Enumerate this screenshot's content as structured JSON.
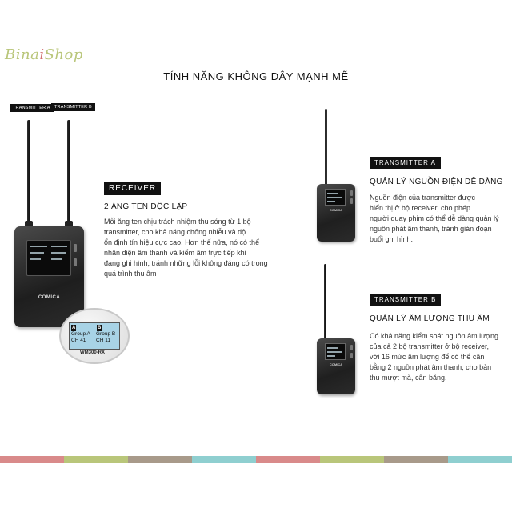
{
  "logo": {
    "part1": "Bina",
    "part2": "i",
    "part3": "Shop"
  },
  "title": "TÍNH NĂNG KHÔNG DÂY MẠNH MẼ",
  "receiver": {
    "antenna_a_label": "TRANSMITTER A",
    "antenna_b_label": "TRANSMITTER B",
    "brand": "COMICA",
    "zoom": {
      "a_badge": "A",
      "b_badge": "B",
      "group_a": "Group  A",
      "ch_a": "CH 41",
      "group_b": "Group  B",
      "ch_b": "CH 11",
      "model": "WM300-RX"
    },
    "box_label": "RECEIVER",
    "heading": "2 ĂNG TEN ĐỘC LẬP",
    "text_lines": [
      "Mỗi ăng ten chịu trách nhiệm thu sóng từ 1 bộ",
      "transmitter, cho khả năng chống nhiễu và độ",
      "ổn định tín hiệu cực cao. Hơn thế nữa, nó có thể",
      "nhận diện âm thanh và kiểm âm trực tiếp khi",
      "đang ghi hình, tránh những lỗi không đáng có trong",
      "quá trình thu âm"
    ]
  },
  "transmitter_a": {
    "brand": "COMICA",
    "box_label": "TRANSMITTER A",
    "heading": "QUẢN LÝ NGUỒN ĐIỆN DỄ DÀNG",
    "text_lines": [
      "Nguồn điện của transmitter được",
      "hiển thị ở bộ receiver, cho phép",
      "người quay phim có thể dễ dàng quản lý",
      "nguồn phát âm thanh, tránh gián đoạn",
      "buổi ghi hình."
    ]
  },
  "transmitter_b": {
    "brand": "COMICA",
    "box_label": "TRANSMITTER B",
    "heading": "QUẢN LÝ ÂM LƯỢNG THU ÂM",
    "text_lines": [
      "Có khả năng kiểm soát nguồn âm lượng",
      "của cả 2 bộ transmitter ở bộ receiver,",
      "với 16 mức âm lượng để có thể cân",
      "bằng 2 nguồn phát âm thanh, cho bản",
      "thu mượt mà, cân bằng."
    ]
  },
  "colors": {
    "stripes": [
      "#d98a8a",
      "#b9c67a",
      "#a89a8a",
      "#8fcfd0",
      "#d98a8a",
      "#b9c67a",
      "#a89a8a",
      "#8fcfd0"
    ]
  }
}
